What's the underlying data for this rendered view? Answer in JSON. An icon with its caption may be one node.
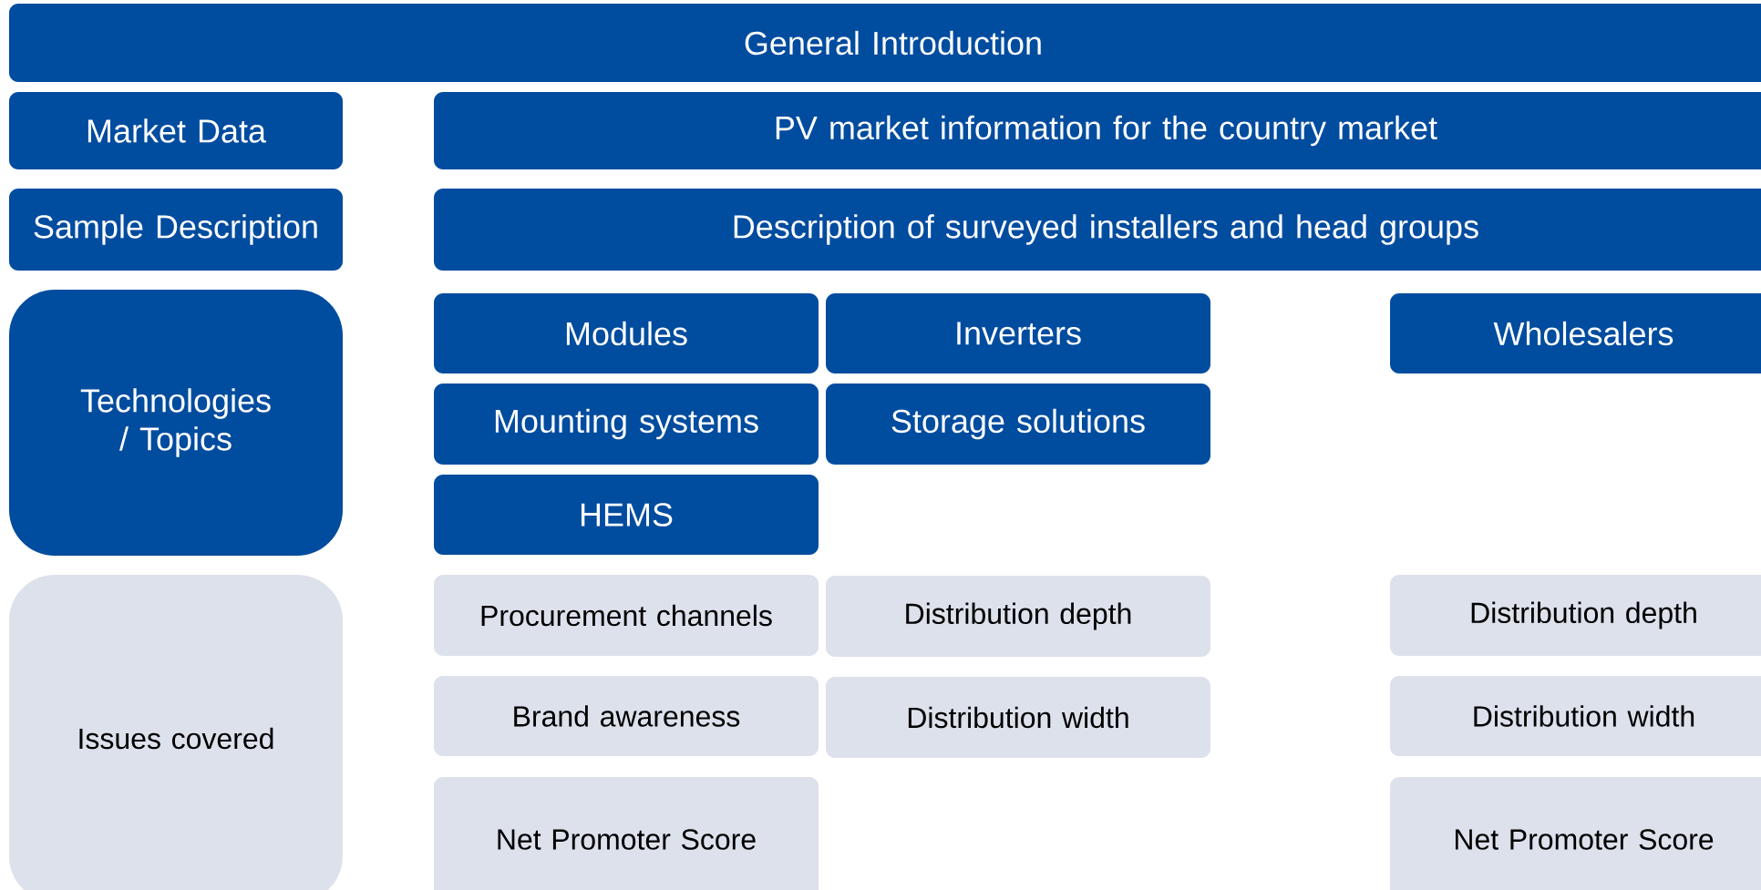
{
  "diagram": {
    "nodes": [
      {
        "text": [
          "General Introduction"
        ]
      },
      {
        "text": [
          "Market Data"
        ]
      },
      {
        "text": [
          "PV market information for the country market"
        ]
      },
      {
        "text": [
          "Sample Description"
        ]
      },
      {
        "text": [
          "Description of surveyed installers and head groups"
        ]
      },
      {
        "text": [
          "Technologies / Topics"
        ]
      },
      {
        "text": [
          "Modules"
        ]
      },
      {
        "text": [
          "Inverters"
        ]
      },
      {
        "text": [
          "Wholesalers"
        ]
      },
      {
        "text": [
          "Mounting systems"
        ]
      },
      {
        "text": [
          "Storage solutions"
        ]
      },
      {
        "text": [
          "HEMS"
        ]
      },
      {
        "text": [
          "Issues covered"
        ]
      },
      {
        "text": [
          "Procurement channels"
        ]
      },
      {
        "text": [
          "Distribution depth"
        ]
      },
      {
        "text": [
          "Distribution depth"
        ]
      },
      {
        "text": [
          "Brand awareness"
        ]
      },
      {
        "text": [
          "Distribution width"
        ]
      },
      {
        "text": [
          "Distribution width"
        ]
      },
      {
        "text": [
          "Net Promoter Score"
        ]
      },
      {
        "text": [
          "Net Promoter Score"
        ]
      }
    ]
  }
}
